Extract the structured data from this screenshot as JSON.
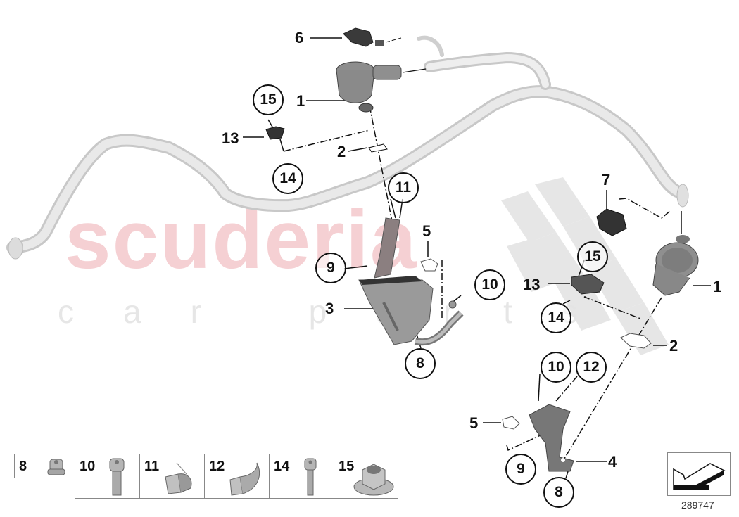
{
  "watermark": {
    "brand": "scuderia",
    "tagline": "car parts",
    "brand_color": "#f4c8cc",
    "tagline_color": "#e6e6e6"
  },
  "diagram": {
    "reference_number": "289747",
    "callouts": [
      {
        "id": "c6",
        "label": "6"
      },
      {
        "id": "c1a",
        "label": "1"
      },
      {
        "id": "c15a",
        "label": "15"
      },
      {
        "id": "c13a",
        "label": "13"
      },
      {
        "id": "c2a",
        "label": "2"
      },
      {
        "id": "c14a",
        "label": "14"
      },
      {
        "id": "c11",
        "label": "11"
      },
      {
        "id": "c5a",
        "label": "5"
      },
      {
        "id": "c9a",
        "label": "9"
      },
      {
        "id": "c10a",
        "label": "10"
      },
      {
        "id": "c3",
        "label": "3"
      },
      {
        "id": "c8a",
        "label": "8"
      },
      {
        "id": "c7",
        "label": "7"
      },
      {
        "id": "c15b",
        "label": "15"
      },
      {
        "id": "c13b",
        "label": "13"
      },
      {
        "id": "c14b",
        "label": "14"
      },
      {
        "id": "c1b",
        "label": "1"
      },
      {
        "id": "c2b",
        "label": "2"
      },
      {
        "id": "c10b",
        "label": "10"
      },
      {
        "id": "c12",
        "label": "12"
      },
      {
        "id": "c5b",
        "label": "5"
      },
      {
        "id": "c9b",
        "label": "9"
      },
      {
        "id": "c4",
        "label": "4"
      },
      {
        "id": "c8b",
        "label": "8"
      }
    ],
    "parts": [
      {
        "number": "1",
        "name": "valve-icon"
      },
      {
        "number": "2",
        "name": "gasket-icon"
      },
      {
        "number": "3",
        "name": "bracket-icon"
      },
      {
        "number": "4",
        "name": "bracket-icon"
      },
      {
        "number": "5",
        "name": "gasket-icon"
      },
      {
        "number": "6",
        "name": "sensor-icon"
      },
      {
        "number": "7",
        "name": "sensor-icon"
      },
      {
        "number": "13",
        "name": "rubber-mount-icon"
      }
    ]
  },
  "legend": {
    "items": [
      {
        "number": "8",
        "icon": "collar-nut-icon"
      },
      {
        "number": "10",
        "icon": "hex-socket-bolt-icon"
      },
      {
        "number": "11",
        "icon": "spring-clip-icon"
      },
      {
        "number": "12",
        "icon": "clamp-clip-icon"
      },
      {
        "number": "14",
        "icon": "long-bolt-icon"
      },
      {
        "number": "15",
        "icon": "flange-nut-icon"
      }
    ]
  },
  "navigation": {
    "icon": "arrow-back-icon"
  }
}
